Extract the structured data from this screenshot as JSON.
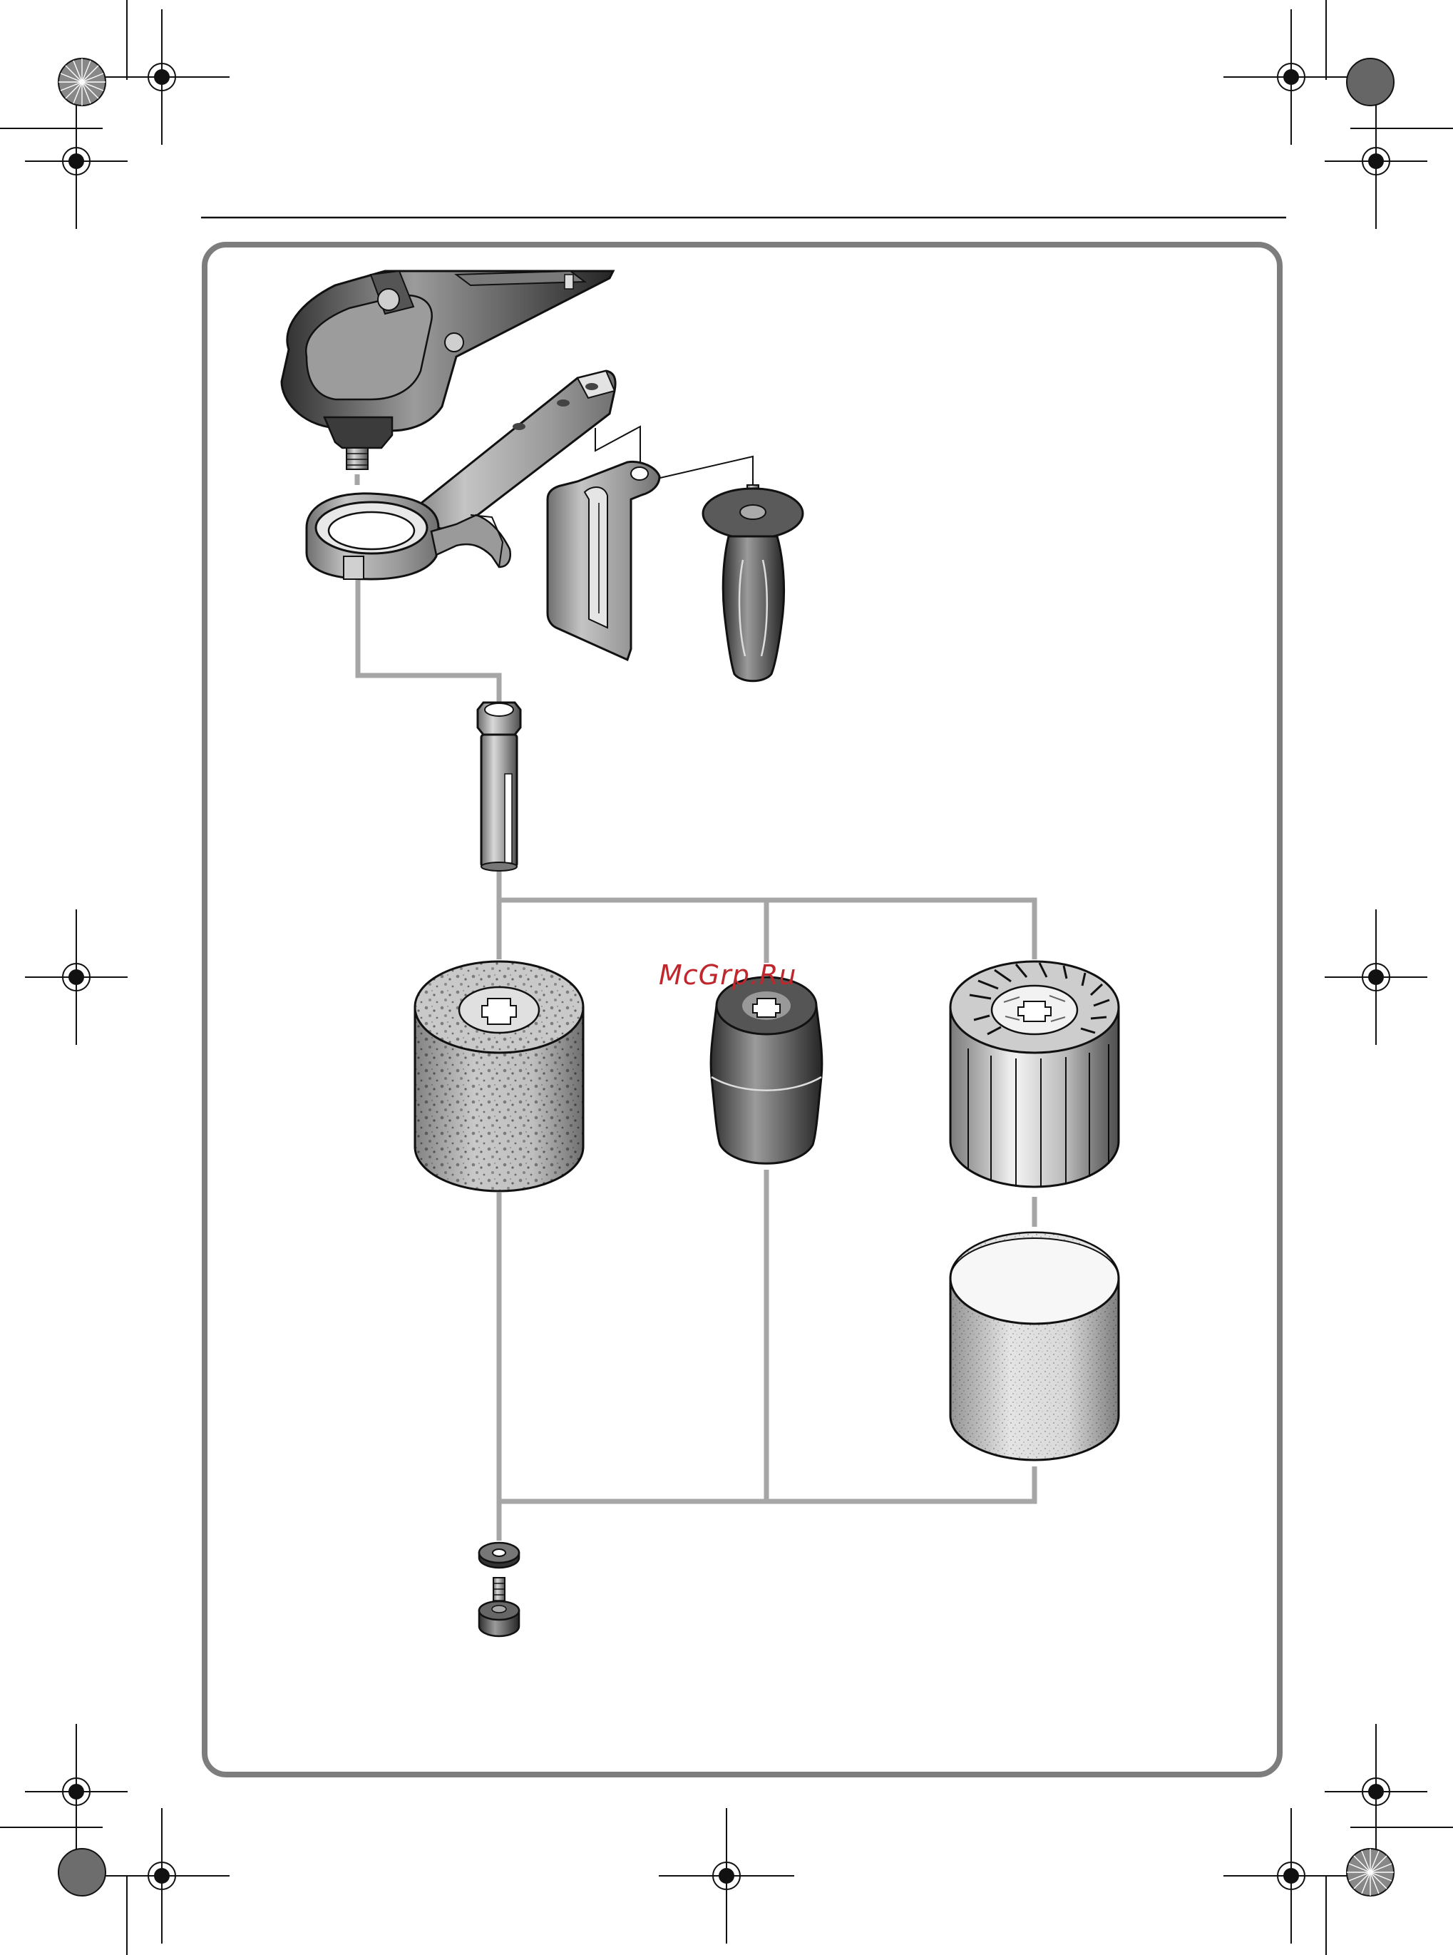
{
  "colors": {
    "frame": "#7d7d7d",
    "connector": "#a6a6a6",
    "ink": "#111111",
    "metal_dark": "#5a5a5a",
    "metal_mid": "#8c8c8c",
    "metal_light": "#d9d9d9",
    "watermark": "#c0272d"
  },
  "watermark": {
    "text": "McGrp.Ru"
  },
  "parts": [
    {
      "name": "angle-polisher-head"
    },
    {
      "name": "spindle-adapter-arm"
    },
    {
      "name": "spark-guard-plate"
    },
    {
      "name": "side-handle"
    },
    {
      "name": "spindle-shaft"
    },
    {
      "name": "fleece-roller"
    },
    {
      "name": "rubber-drum"
    },
    {
      "name": "expansion-roller"
    },
    {
      "name": "abrasive-sleeve"
    },
    {
      "name": "washer"
    },
    {
      "name": "clamping-screw"
    }
  ]
}
